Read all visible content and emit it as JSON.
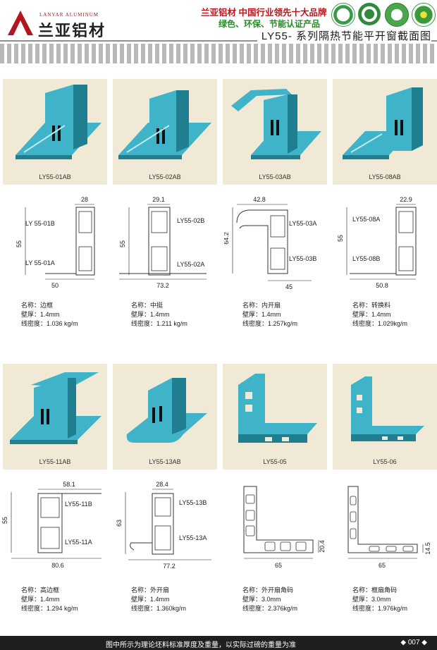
{
  "header": {
    "logo_en": "LANYAR ALUMINUM",
    "logo_cn": "兰亚铝材",
    "slogan_line1": "兰亚铝材  中国行业领先十大品牌",
    "slogan_line2": "绿色、环保、节能认证产品",
    "page_title": "LY55- 系列隔热节能平开窗截面图"
  },
  "colors": {
    "profile": "#3fb3c8",
    "profile_dark": "#1f7f91",
    "photo_bg": "#efe9d6",
    "brand_red": "#c0141c",
    "brand_green": "#2a8a2a"
  },
  "cards": [
    {
      "photo_label": "LY55-01AB",
      "parts": [
        "LY 55-01B",
        "LY 55-01A"
      ],
      "dims": [
        "28",
        "55",
        "50"
      ],
      "name": "名称：边框",
      "wall": "壁厚：1.4mm",
      "density": "线密度：1.036 kg/m"
    },
    {
      "photo_label": "LY55-02AB",
      "parts": [
        "LY55-02B",
        "LY55-02A"
      ],
      "dims": [
        "29.1",
        "55",
        "73.2"
      ],
      "name": "名称：中挺",
      "wall": "壁厚：1.4mm",
      "density": "线密度：1.211 kg/m"
    },
    {
      "photo_label": "LY55-03AB",
      "parts": [
        "LY55-03A",
        "LY55-03B"
      ],
      "dims": [
        "42.8",
        "64.2",
        "45"
      ],
      "name": "名称：内开扇",
      "wall": "壁厚：1.4mm",
      "density": "线密度：1.257kg/m"
    },
    {
      "photo_label": "LY55-08AB",
      "parts": [
        "LY55-08A",
        "LY55-08B"
      ],
      "dims": [
        "22.9",
        "55",
        "50.8"
      ],
      "name": "名称：转换料",
      "wall": "壁厚：1.4mm",
      "density": "线密度：1.029kg/m"
    },
    {
      "photo_label": "LY55-11AB",
      "parts": [
        "LY55-11B",
        "LY55-11A"
      ],
      "dims": [
        "58.1",
        "55",
        "80.6"
      ],
      "name": "名称：高边框",
      "wall": "壁厚：1.4mm",
      "density": "线密度：1.294 kg/m"
    },
    {
      "photo_label": "LY55-13AB",
      "parts": [
        "LY55-13B",
        "LY55-13A"
      ],
      "dims": [
        "28.4",
        "63",
        "77.2"
      ],
      "name": "名称：外开扇",
      "wall": "壁厚：1.4mm",
      "density": "线密度：1.360kg/m"
    },
    {
      "photo_label": "LY55-05",
      "parts": [],
      "dims": [
        "20.4",
        "65"
      ],
      "name": "名称：外开扇角码",
      "wall": "壁厚：3.0mm",
      "density": "线密度：2.376kg/m"
    },
    {
      "photo_label": "LY55-06",
      "parts": [],
      "dims": [
        "14.5",
        "65"
      ],
      "name": "名称：框扇角码",
      "wall": "壁厚：3.0mm",
      "density": "线密度：1.976kg/m"
    }
  ],
  "footer": {
    "note": "图中所示为理论坯料标准厚度及重量，以实际过磅的重量为准",
    "page": "◆ 007 ◆"
  }
}
